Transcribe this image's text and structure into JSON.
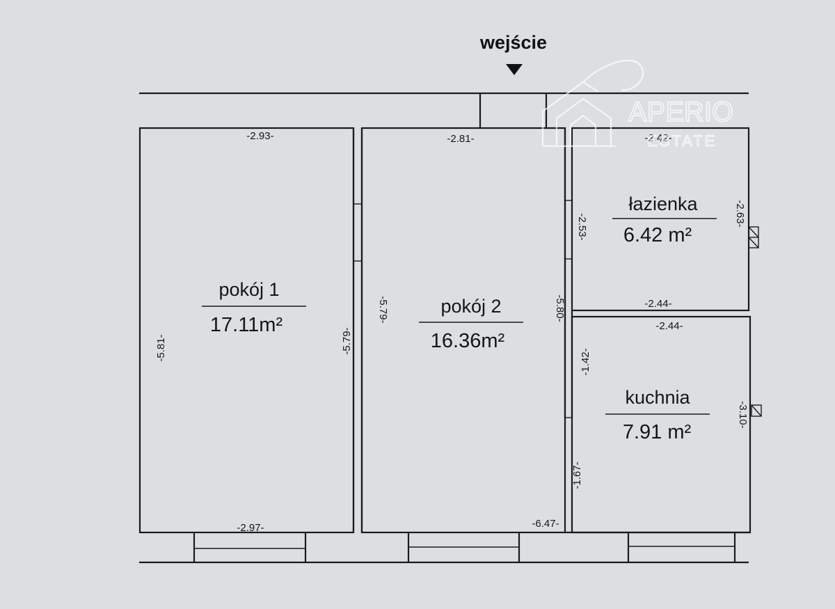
{
  "entrance": {
    "label": "wejście"
  },
  "rooms": [
    {
      "name": "pokój 1",
      "area": "17.11m²",
      "dims": {
        "top": "-2.93-",
        "bottom": "-2.97-",
        "left": "-5.81-",
        "right": "-5.79-"
      }
    },
    {
      "name": "pokój 2",
      "area": "16.36m²",
      "dims": {
        "top": "-2.81-",
        "bottom": "-6.47-",
        "left": "-5.79-",
        "right": "-5.80-"
      }
    },
    {
      "name": "łazienka",
      "area": "6.42 m²",
      "dims": {
        "top": "-2.42-",
        "bottom": "-2.44-",
        "left": "-2.53-",
        "right": "-2.63-"
      }
    },
    {
      "name": "kuchnia",
      "area": "7.91 m²",
      "dims": {
        "top": "-2.44-",
        "left_upper": "-1.42-",
        "left_lower": "-1.67-",
        "right": "-3.10-"
      }
    }
  ],
  "watermark": {
    "brand": "APERIO",
    "sub": "ESTATE"
  }
}
